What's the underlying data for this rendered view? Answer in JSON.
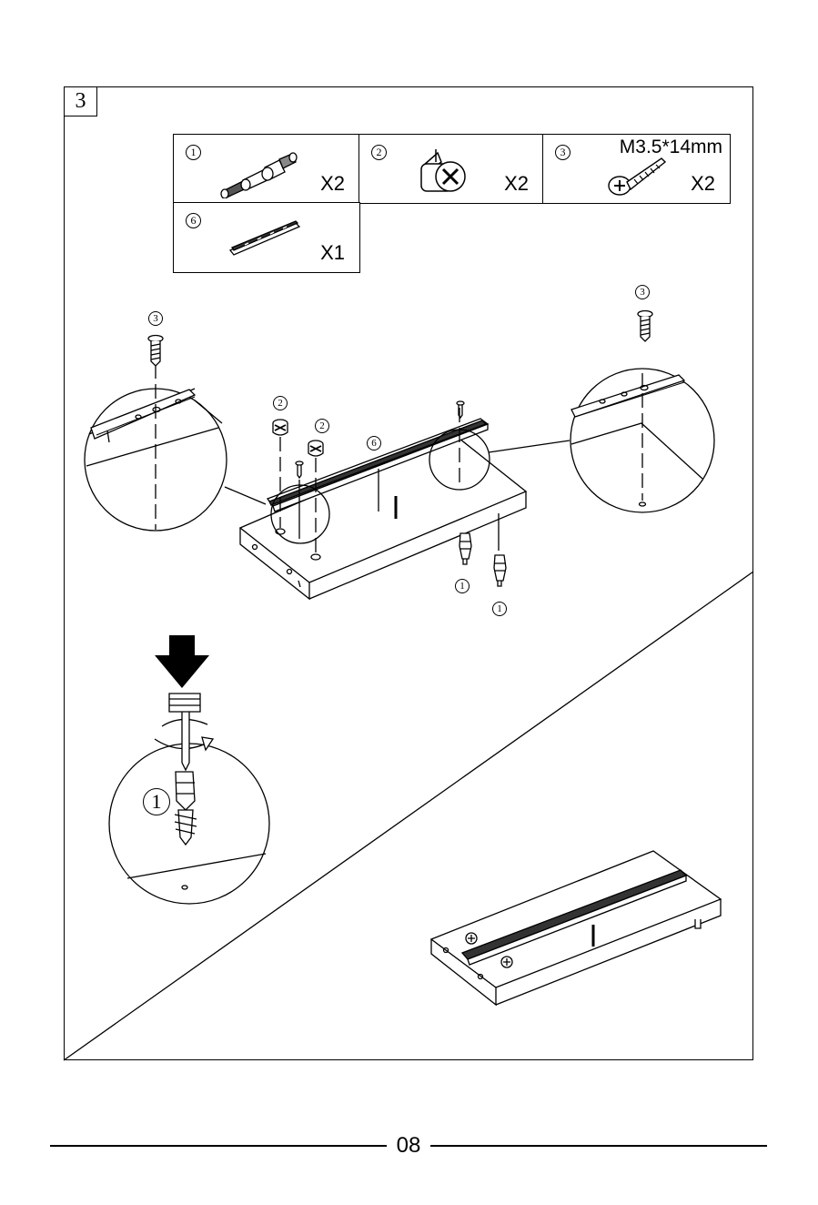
{
  "step": {
    "number": "3"
  },
  "parts": [
    {
      "badge": "1",
      "qty": "X2",
      "icon": "cam-bolt-icon"
    },
    {
      "badge": "2",
      "qty": "X2",
      "icon": "cam-lock-icon"
    },
    {
      "badge": "3",
      "spec": "M3.5*14mm",
      "qty": "X2",
      "icon": "screw-icon"
    },
    {
      "badge": "6",
      "qty": "X1",
      "icon": "hanging-rail-icon"
    }
  ],
  "callouts": {
    "screw_left": "3",
    "screw_right": "3",
    "cam_lock_a": "2",
    "cam_lock_b": "2",
    "rail": "6",
    "bolt_a": "1",
    "bolt_b": "1",
    "detail_bolt": "1"
  },
  "footer": {
    "page_number": "08"
  }
}
